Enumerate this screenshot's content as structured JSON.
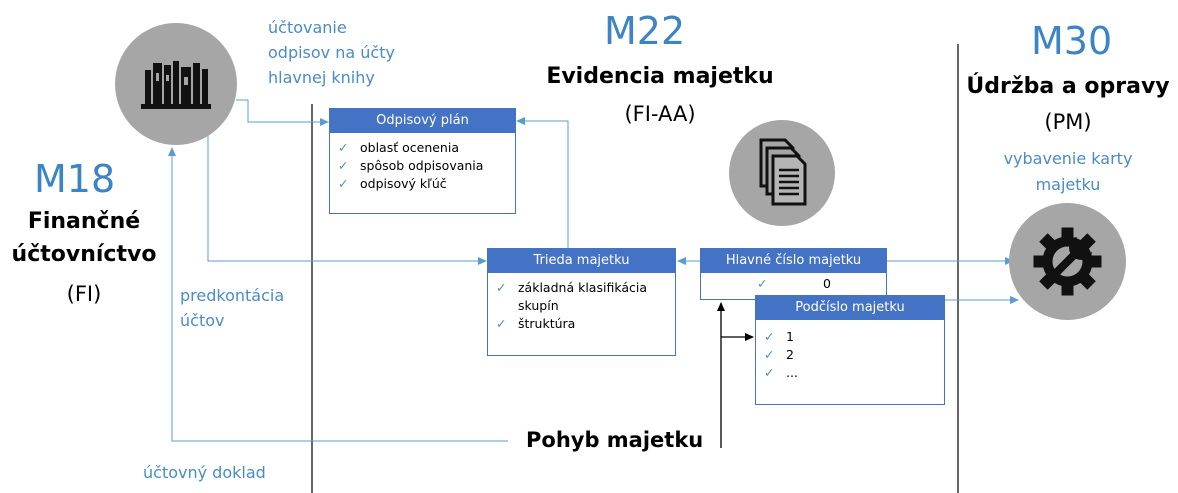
{
  "modules": {
    "fi": {
      "code": "M18",
      "title_line1": "Finančné",
      "title_line2": "účtovníctvo",
      "subtitle": "(FI)"
    },
    "aa": {
      "code": "M22",
      "title": "Evidencia majetku",
      "subtitle": "(FI-AA)"
    },
    "pm": {
      "code": "M30",
      "title": "Údržba a opravy",
      "subtitle": "(PM)"
    }
  },
  "labels": {
    "posting_line1": "účtovanie",
    "posting_line2": "odpisov na účty",
    "posting_line3": "hlavnej knihy",
    "account_determination_line1": "predkontácia",
    "account_determination_line2": "účtov",
    "accounting_document": "účtovný doklad",
    "equipment_line1": "vybavenie karty",
    "equipment_line2": "majetku",
    "asset_movement": "Pohyb majetku"
  },
  "boxes": {
    "depreciation_plan": {
      "header": "Odpisový plán",
      "items": [
        "oblasť ocenenia",
        "spôsob odpisovania",
        "odpisový kľúč"
      ]
    },
    "asset_class": {
      "header": "Trieda majetku",
      "items": [
        "základná klasifikácia skupín",
        "štruktúra"
      ]
    },
    "main_asset": {
      "header": "Hlavné číslo majetku",
      "items": [
        "0"
      ]
    },
    "sub_asset": {
      "header": "Podčíslo majetku",
      "items": [
        "1",
        "2",
        "..."
      ]
    }
  },
  "check_glyph": "✓",
  "icons": {
    "books": "books-icon",
    "documents": "documents-icon",
    "gear_wrench": "gear-wrench-icon"
  },
  "colors": {
    "module_code": "#3c84c6",
    "label_blue": "#4a8bc8",
    "box_header": "#4472c4",
    "connector": "#5b9bd5",
    "icon_circle": "#a6a6a6"
  }
}
